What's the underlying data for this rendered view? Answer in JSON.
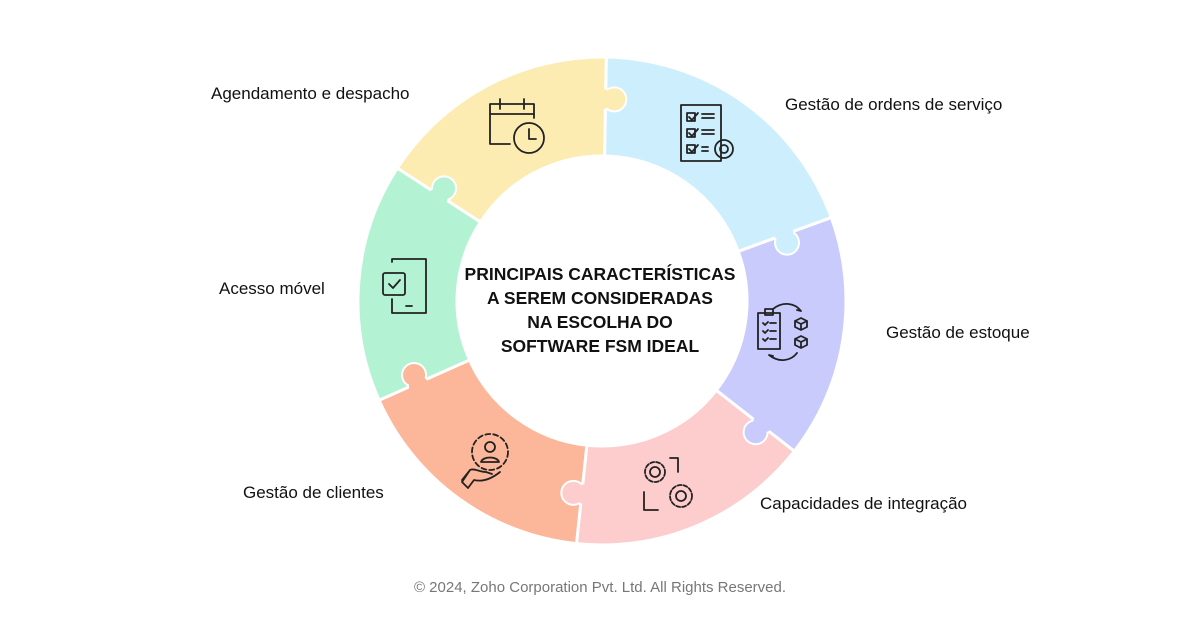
{
  "center_title": [
    "PRINCIPAIS CARACTERÍSTICAS",
    "A SEREM CONSIDERADAS",
    "NA ESCOLHA DO",
    "SOFTWARE FSM IDEAL"
  ],
  "segments": [
    {
      "label": "Gestão de ordens de serviço",
      "icon": "checklist-gear-icon",
      "color": "#cdeefc"
    },
    {
      "label": "Gestão de estoque",
      "icon": "clipboard-boxes-icon",
      "color": "#c9cbfd"
    },
    {
      "label": "Capacidades de integração",
      "icon": "gears-integration-icon",
      "color": "#fdcccc"
    },
    {
      "label": "Gestão de clientes",
      "icon": "hand-user-icon",
      "color": "#fcb79a"
    },
    {
      "label": "Acesso móvel",
      "icon": "mobile-check-icon",
      "color": "#b3f2d3"
    },
    {
      "label": "Agendamento e despacho",
      "icon": "calendar-clock-icon",
      "color": "#fdecb2"
    }
  ],
  "footer": "© 2024, Zoho Corporation Pvt. Ltd. All Rights Reserved."
}
